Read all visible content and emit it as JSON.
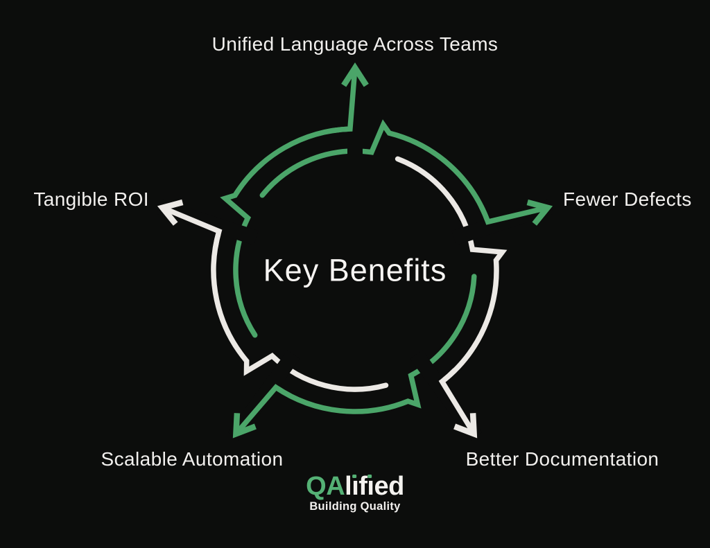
{
  "title": "Key Benefits infographic",
  "colors": {
    "bg": "#0c0d0c",
    "green": "#4ba569",
    "white": "#ece9e5",
    "label_text": "#f2f0ee",
    "logo_green": "#55b175",
    "logo_white": "#f4f2ef"
  },
  "center_label": "Key Benefits",
  "segments": [
    {
      "label": "Unified Language Across Teams",
      "color": "green",
      "angle_deg": -90
    },
    {
      "label": "Fewer Defects",
      "color": "green",
      "angle_deg": -18
    },
    {
      "label": "Better Documentation",
      "color": "white",
      "angle_deg": 54
    },
    {
      "label": "Scalable Automation",
      "color": "green",
      "angle_deg": 126
    },
    {
      "label": "Tangible ROI",
      "color": "white",
      "angle_deg": 198
    }
  ],
  "logo": {
    "qa": "QA",
    "rest": "lified",
    "tagline": "Building Quality"
  }
}
